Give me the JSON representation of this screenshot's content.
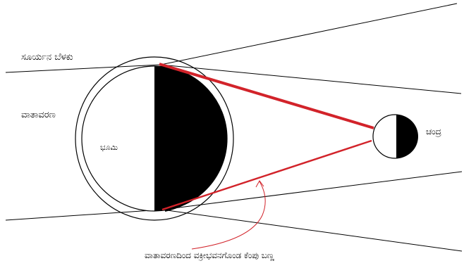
{
  "labels": {
    "sunlight": "ಸೂರ್ಯನ ಬೆಳಕು",
    "atmosphere": "ವಾತಾವರಣ",
    "earth": "ಭೂಮಿ",
    "moon": "ಚಂದ್ರ",
    "red_color": "ವಾತಾವರಣದಿಂದ ವಕ್ರೀಭವನಗೊಂಡ ಕೆಂಪು ಬಣ್ಣ"
  },
  "colors": {
    "ink": "#000000",
    "refracted_ray": "#d2232a",
    "background": "#ffffff"
  }
}
